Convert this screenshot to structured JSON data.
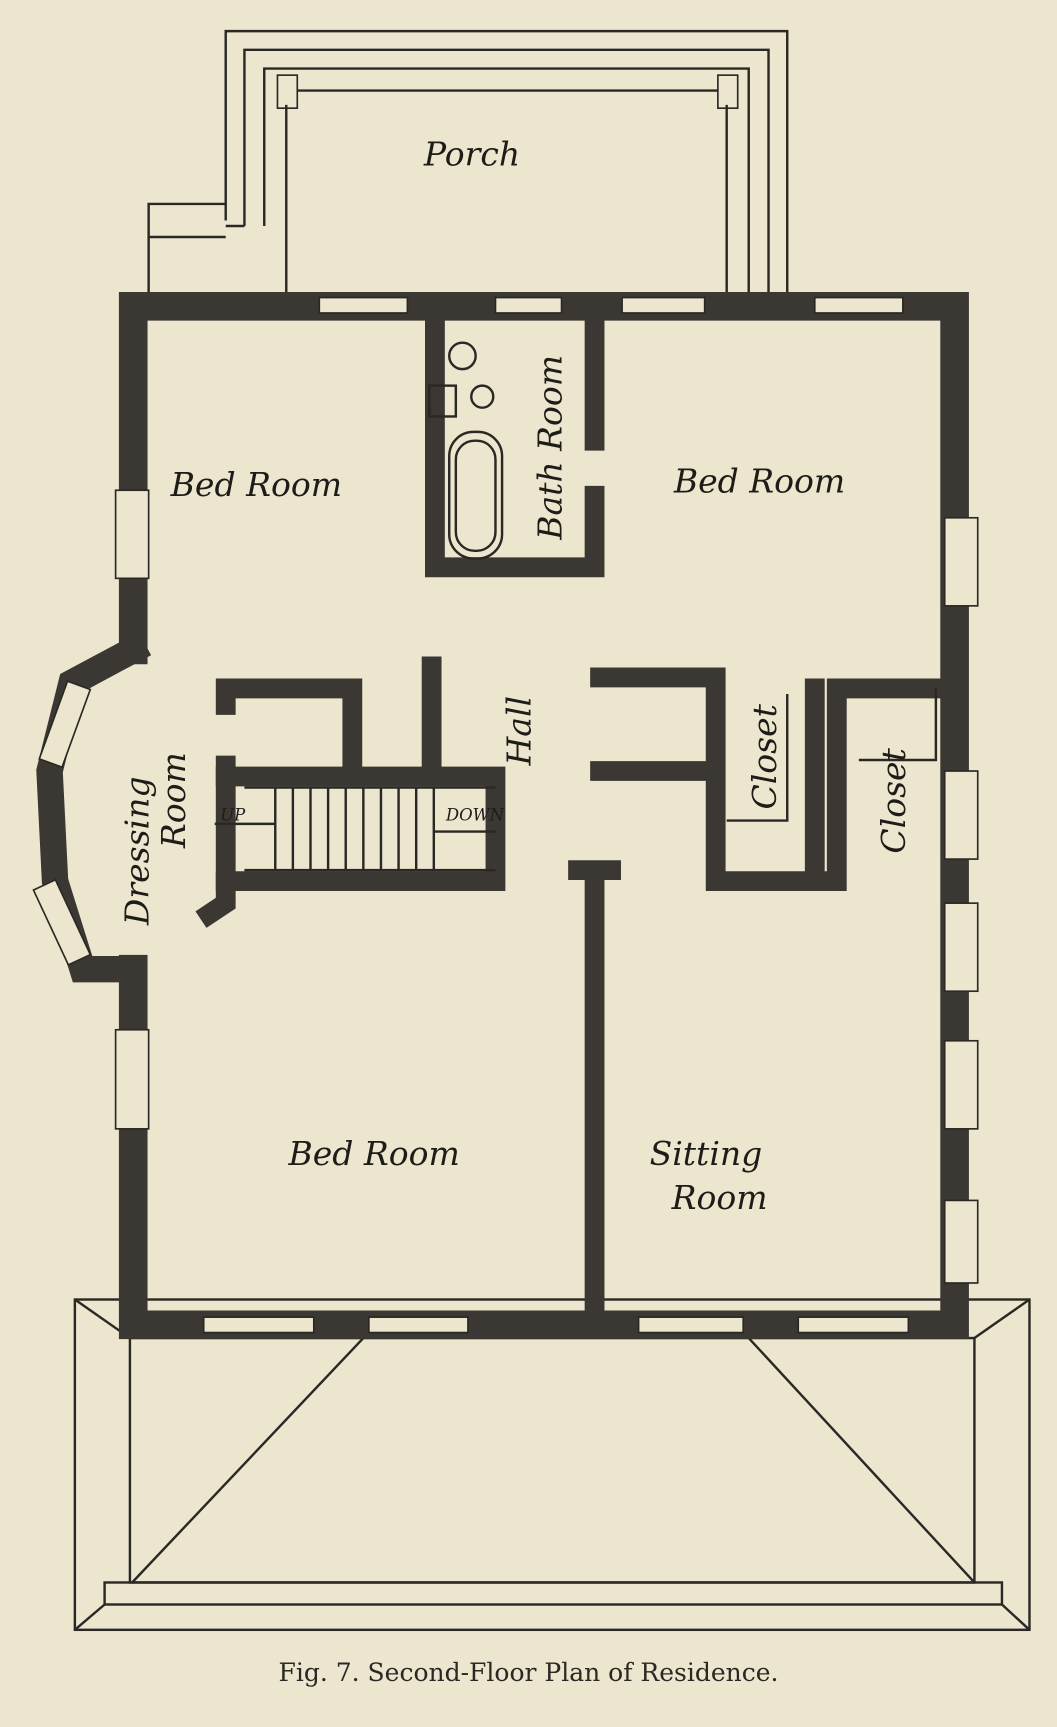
{
  "labels": {
    "porch": "Porch",
    "bed_room_nw": "Bed Room",
    "bath_room": "Bath Room",
    "bed_room_ne": "Bed Room",
    "hall": "Hall",
    "dressing_room_1": "Dressing",
    "dressing_room_2": "Room",
    "closet_1": "Closet",
    "closet_2": "Closet",
    "stairs_up": "UP",
    "stairs_down": "DOWN",
    "bed_room_sw": "Bed Room",
    "sitting_room_1": "Sitting",
    "sitting_room_2": "Room"
  },
  "caption": "Fig. 7.   Second-Floor Plan of Residence."
}
